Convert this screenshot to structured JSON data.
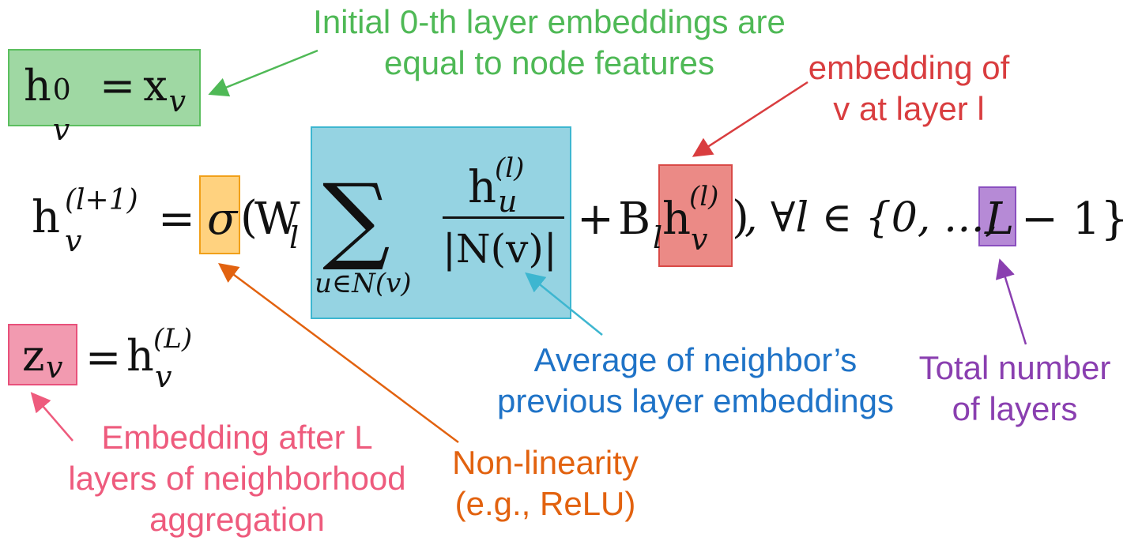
{
  "annotations": {
    "initial": {
      "lines": [
        "Initial 0-th layer embeddings are",
        "equal to node features"
      ],
      "color": "#4fb956"
    },
    "embedding_of": {
      "lines": [
        "embedding of",
        "v at layer l"
      ],
      "color": "#d93d3f"
    },
    "average": {
      "lines": [
        "Average of neighbor’s",
        "previous layer embeddings"
      ],
      "color": "#1f73c7"
    },
    "total_layers": {
      "lines": [
        "Total number",
        "of layers"
      ],
      "color": "#8a3fb0"
    },
    "nonlinearity": {
      "lines": [
        "Non-linearity",
        "(e.g., ReLU)"
      ],
      "color": "#e2620f"
    },
    "embedding_after": {
      "lines": [
        "Embedding after L",
        "layers of neighborhood",
        "aggregation"
      ],
      "color": "#ee5b7d"
    }
  },
  "equations": {
    "init": {
      "lhs": "h",
      "sup": "0",
      "sub": "v",
      "eq": "=",
      "rhs": "x",
      "rhs_sub": "v"
    },
    "main": {
      "lhs": "h",
      "lhs_sup": "(l+1)",
      "lhs_sub": "v",
      "eq": "=",
      "sigma": "σ",
      "open": "(",
      "W": "W",
      "W_sub": "l",
      "sum": "∑",
      "sum_sub": "u∈N(v)",
      "num": "h",
      "num_sup": "(l)",
      "num_sub": "u",
      "den": "|N(v)|",
      "plus": "+",
      "B": "B",
      "B_sub": "l",
      "h2": "h",
      "h2_sup": "(l)",
      "h2_sub": "v",
      "close": ")",
      "forall": ", ∀l ∈ {0, …,",
      "L": "L",
      "tail": "− 1}"
    },
    "final": {
      "lhs": "z",
      "lhs_sub": "v",
      "eq": "=",
      "rhs": "h",
      "rhs_sup": "(L)",
      "rhs_sub": "v"
    }
  },
  "colors": {
    "green": "#9fd8a3",
    "orange": "#ffd27f",
    "blue": "#95d3e2",
    "red": "#eb8a86",
    "purple": "#b68ad6",
    "pink": "#f29ab0"
  }
}
